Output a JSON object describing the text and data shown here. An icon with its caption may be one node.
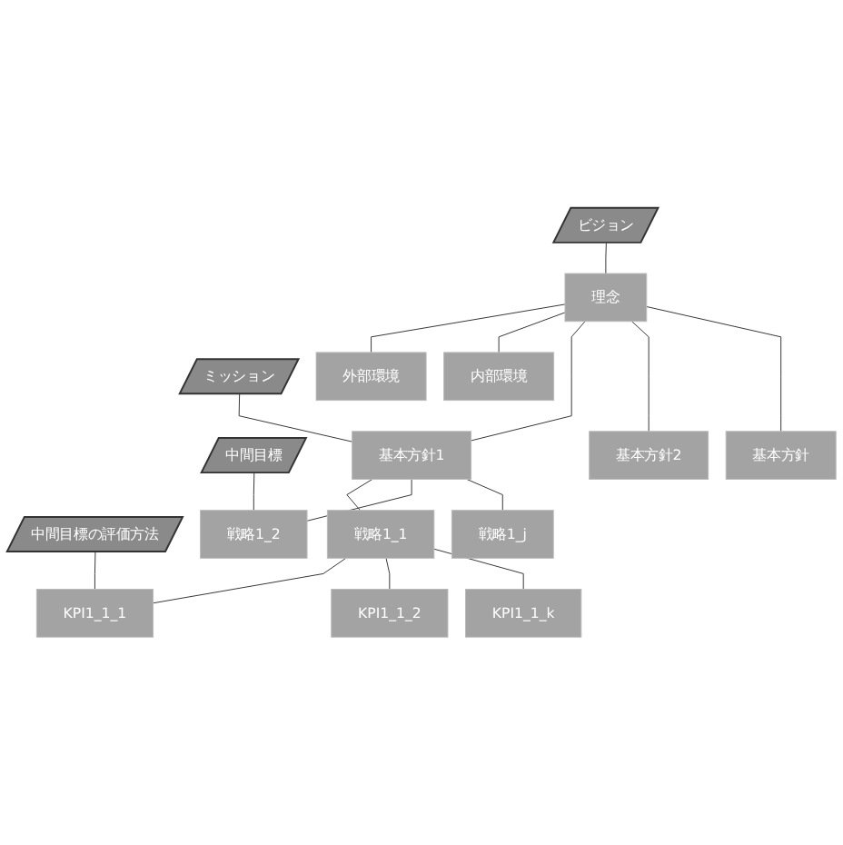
{
  "diagram": {
    "nodes": [
      {
        "text": [
          "理念"
        ]
      },
      {
        "text": [
          "外部環境"
        ]
      },
      {
        "text": [
          "内部環境"
        ]
      },
      {
        "text": [
          "基本方針1"
        ]
      },
      {
        "text": [
          "基本方針2"
        ]
      },
      {
        "text": [
          "基本方針"
        ]
      },
      {
        "text": [
          "戦略1_1"
        ]
      },
      {
        "text": [
          "戦略1_2"
        ]
      },
      {
        "text": [
          "戦略1_j"
        ]
      },
      {
        "text": [
          "KPI1_1_1"
        ]
      },
      {
        "text": [
          "KPI1_1_2"
        ]
      },
      {
        "text": [
          "KPI1_1_k"
        ]
      },
      {
        "text": [
          "ビジョン"
        ]
      },
      {
        "text": [
          "ミッション"
        ]
      },
      {
        "text": [
          "中間目標"
        ]
      },
      {
        "text": [
          "中間目標の評価方法"
        ]
      }
    ],
    "edges": [
      {
        "from": 0,
        "to": 1,
        "arrow": "none"
      },
      {
        "from": 0,
        "to": 2,
        "arrow": "none"
      },
      {
        "from": 0,
        "to": 3,
        "arrow": "none"
      },
      {
        "from": 0,
        "to": 4,
        "arrow": "none"
      },
      {
        "from": 0,
        "to": 5,
        "arrow": "none"
      },
      {
        "from": 3,
        "to": 6,
        "arrow": "none"
      },
      {
        "from": 3,
        "to": 7,
        "arrow": "none"
      },
      {
        "from": 3,
        "to": 8,
        "arrow": "none"
      },
      {
        "from": 6,
        "to": 9,
        "arrow": "none"
      },
      {
        "from": 6,
        "to": 10,
        "arrow": "none"
      },
      {
        "from": 6,
        "to": 11,
        "arrow": "none"
      },
      {
        "from": 12,
        "to": 0,
        "arrow": "none"
      },
      {
        "from": 13,
        "to": 3,
        "arrow": "none"
      },
      {
        "from": 14,
        "to": 7,
        "arrow": "none"
      },
      {
        "from": 15,
        "to": 9,
        "arrow": "none"
      }
    ]
  }
}
